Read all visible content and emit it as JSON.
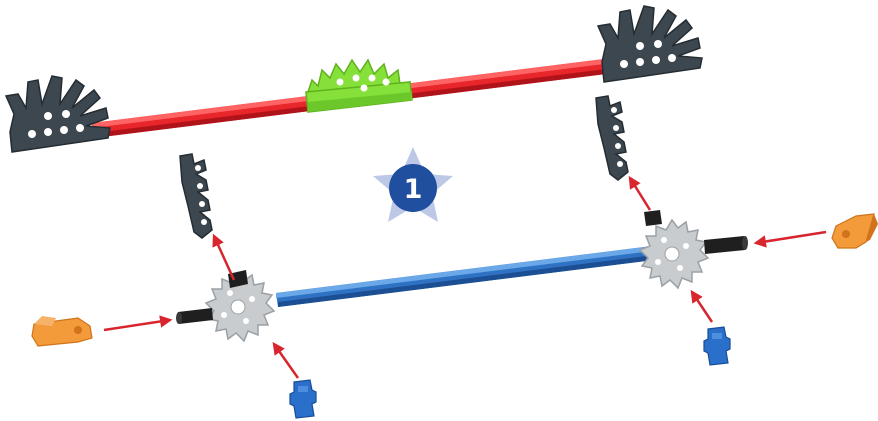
{
  "step": {
    "number": "1"
  },
  "parts": {
    "top_rod": {
      "color": "#e8262b",
      "highlight": "#ff5a5a",
      "shade": "#b0141a"
    },
    "bottom_rod": {
      "color": "#2f72c4",
      "highlight": "#6aa8ea",
      "shade": "#1b4e92"
    },
    "dark_connector": {
      "color": "#3c474f",
      "shade": "#252d33",
      "icon": "dark-gray-half-gear"
    },
    "center_gear": {
      "color": "#86e03a",
      "shade": "#5fb21c",
      "icon": "green-gear-connector"
    },
    "gray_gear": {
      "color": "#c9cccf",
      "shade": "#9aa0a5",
      "icon": "gray-gear"
    },
    "black_axle": {
      "color": "#1f1f1f"
    },
    "orange_crank": {
      "color": "#f39a3b",
      "shade": "#d0731b",
      "icon": "orange-crank"
    },
    "blue_clip": {
      "color": "#2a6fc9",
      "shade": "#174e97",
      "icon": "blue-clip"
    },
    "arrow": {
      "color": "#d8262e"
    },
    "badge": {
      "fill": "#1f4f9e",
      "star": "#bcc8e6"
    }
  }
}
